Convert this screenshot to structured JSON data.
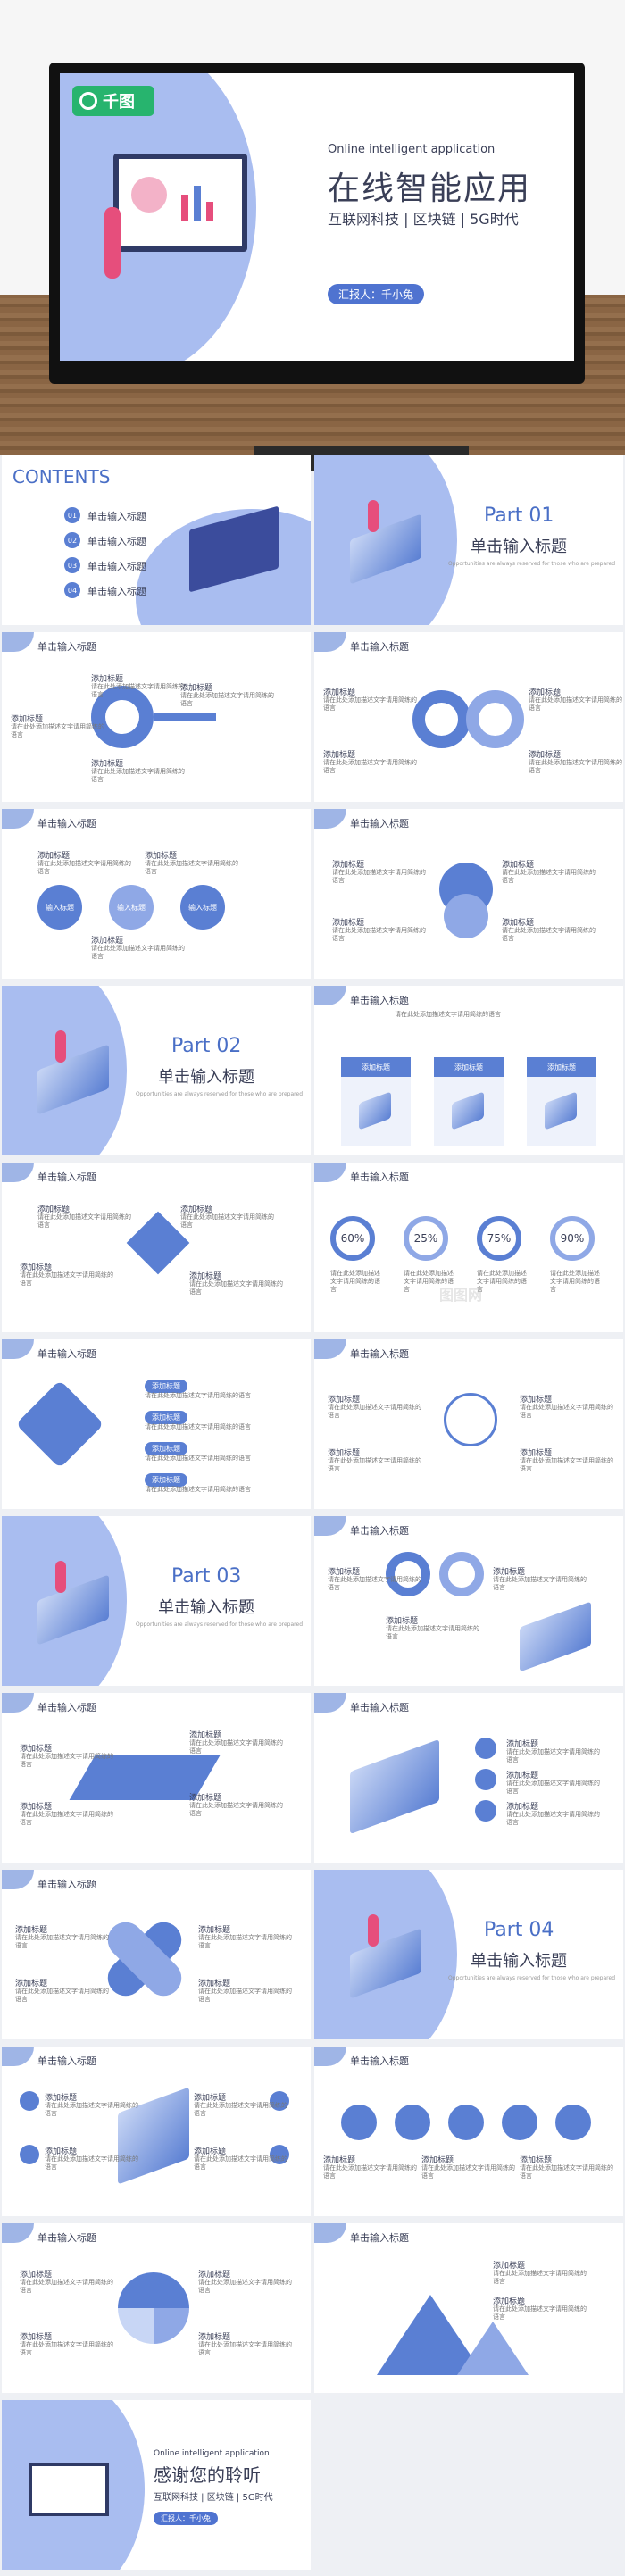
{
  "cover": {
    "brand": "千图",
    "subtitle_en": "Online intelligent application",
    "title": "在线智能应用",
    "tagline": "互联网科技 | 区块链 | 5G时代",
    "reporter": "汇报人：千小兔"
  },
  "contents": {
    "heading": "CONTENTS",
    "items": [
      {
        "num": "01",
        "label": "单击输入标题"
      },
      {
        "num": "02",
        "label": "单击输入标题"
      },
      {
        "num": "03",
        "label": "单击输入标题"
      },
      {
        "num": "04",
        "label": "单击输入标题"
      }
    ]
  },
  "slide_title": "单击输入标题",
  "add_title": "添加标题",
  "add_text": "请在此处添加描述文字请用简练的语言",
  "parts": [
    {
      "part": "Part 01",
      "title": "单击输入标题",
      "fine": "Opportunities are always reserved for those who are prepared"
    },
    {
      "part": "Part 02",
      "title": "单击输入标题",
      "fine": "Opportunities are always reserved for those who are prepared"
    },
    {
      "part": "Part 03",
      "title": "单击输入标题",
      "fine": "Opportunities are always reserved for those who are prepared"
    },
    {
      "part": "Part 04",
      "title": "单击输入标题",
      "fine": "Opportunities are always reserved for those who are prepared"
    }
  ],
  "input_titles": [
    "输入标题",
    "输入标题",
    "输入标题"
  ],
  "percents": [
    "60%",
    "25%",
    "75%",
    "90%"
  ],
  "watermark": "图图网",
  "closing": {
    "subtitle_en": "Online intelligent application",
    "title": "感谢您的聆听",
    "tagline": "互联网科技 | 区块链 | 5G时代",
    "reporter": "汇报人：千小兔"
  }
}
